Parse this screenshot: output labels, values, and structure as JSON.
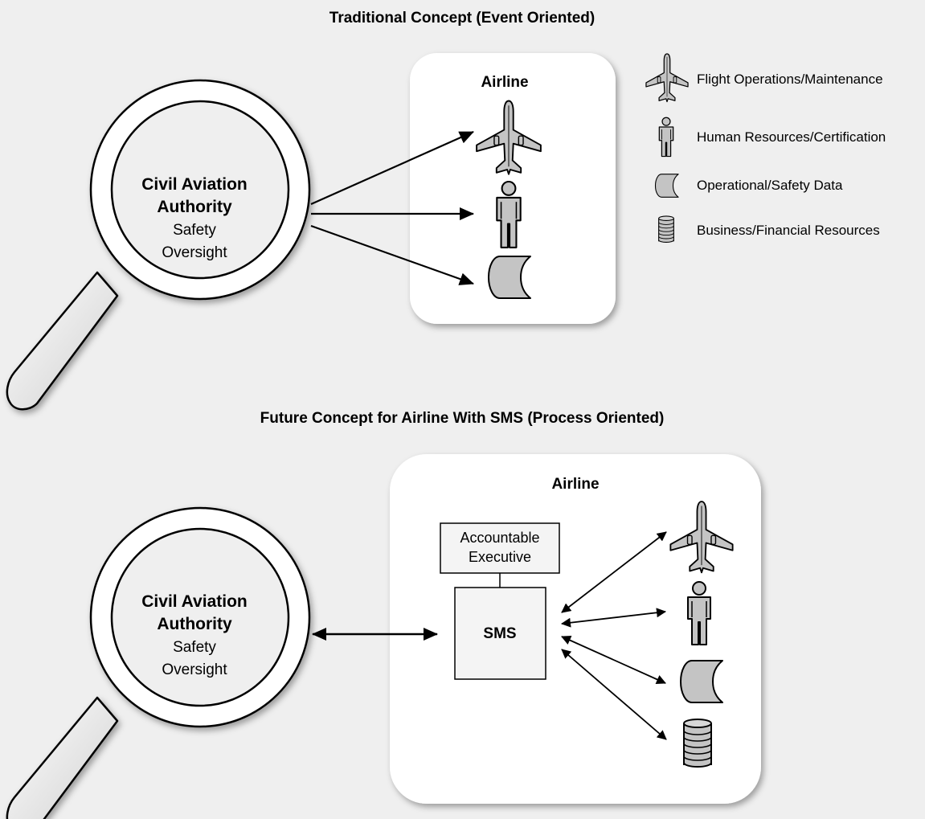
{
  "top": {
    "title": "Traditional Concept (Event Oriented)",
    "airline_label": "Airline",
    "lens": {
      "line1": "Civil Aviation",
      "line2": "Authority",
      "line3": "Safety",
      "line4": "Oversight"
    }
  },
  "legend": {
    "items": [
      {
        "icon": "airplane-icon",
        "label": "Flight Operations/Maintenance"
      },
      {
        "icon": "person-icon",
        "label": "Human Resources/Certification"
      },
      {
        "icon": "data-cylinder-icon",
        "label": "Operational/Safety Data"
      },
      {
        "icon": "coin-stack-icon",
        "label": "Business/Financial Resources"
      }
    ]
  },
  "bottom": {
    "title": "Future Concept for Airline With SMS (Process Oriented)",
    "airline_label": "Airline",
    "accountable_line1": "Accountable",
    "accountable_line2": "Executive",
    "sms_label": "SMS",
    "lens": {
      "line1": "Civil Aviation",
      "line2": "Authority",
      "line3": "Safety",
      "line4": "Oversight"
    }
  },
  "colors": {
    "background": "#efefef",
    "box_fill": "#ffffff",
    "icon_fill": "#c4c4c4",
    "stroke": "#000000"
  }
}
